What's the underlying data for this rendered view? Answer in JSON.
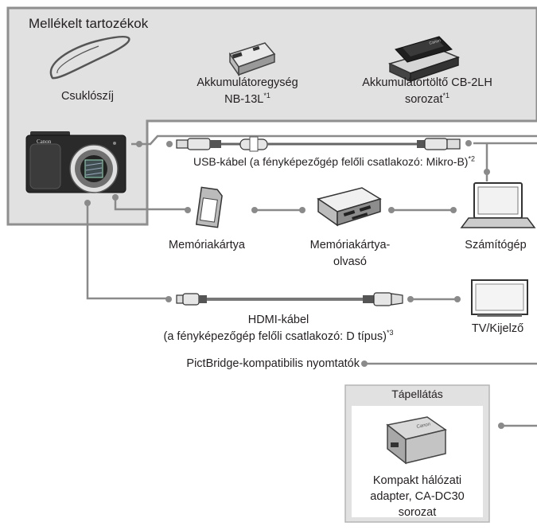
{
  "included": {
    "title": "Mellékelt tartozékok",
    "strap": "Csuklószíj",
    "battery_line1": "Akkumulátoregység",
    "battery_line2": "NB-13L",
    "battery_note": "*1",
    "charger_line1": "Akkumulátortöltő CB-2LH",
    "charger_line2": "sorozat",
    "charger_note": "*1"
  },
  "camera_brand": "Canon",
  "charger_brand": "Canon",
  "adapter_brand": "Canon",
  "usb": {
    "label": "USB-kábel (a fényképezőgép felőli csatlakozó: Mikro-B)",
    "note": "*2"
  },
  "memory_card": "Memóriakártya",
  "card_reader_line1": "Memóriakártya-",
  "card_reader_line2": "olvasó",
  "computer": "Számítógép",
  "hdmi": {
    "line1": "HDMI-kábel",
    "line2": "(a fényképezőgép felőli csatlakozó: D típus)",
    "note": "*3"
  },
  "tv": "TV/Kijelző",
  "printers": "PictBridge-kompatibilis nyomtatók",
  "power": {
    "title": "Tápellátás",
    "adapter_line1": "Kompakt hálózati",
    "adapter_line2": "adapter, CA-DC30",
    "adapter_line3": "sorozat"
  },
  "colors": {
    "panel": "#e2e1e1",
    "line": "#8a8a8a",
    "text": "#231f20",
    "border": "#8f8f8f"
  }
}
